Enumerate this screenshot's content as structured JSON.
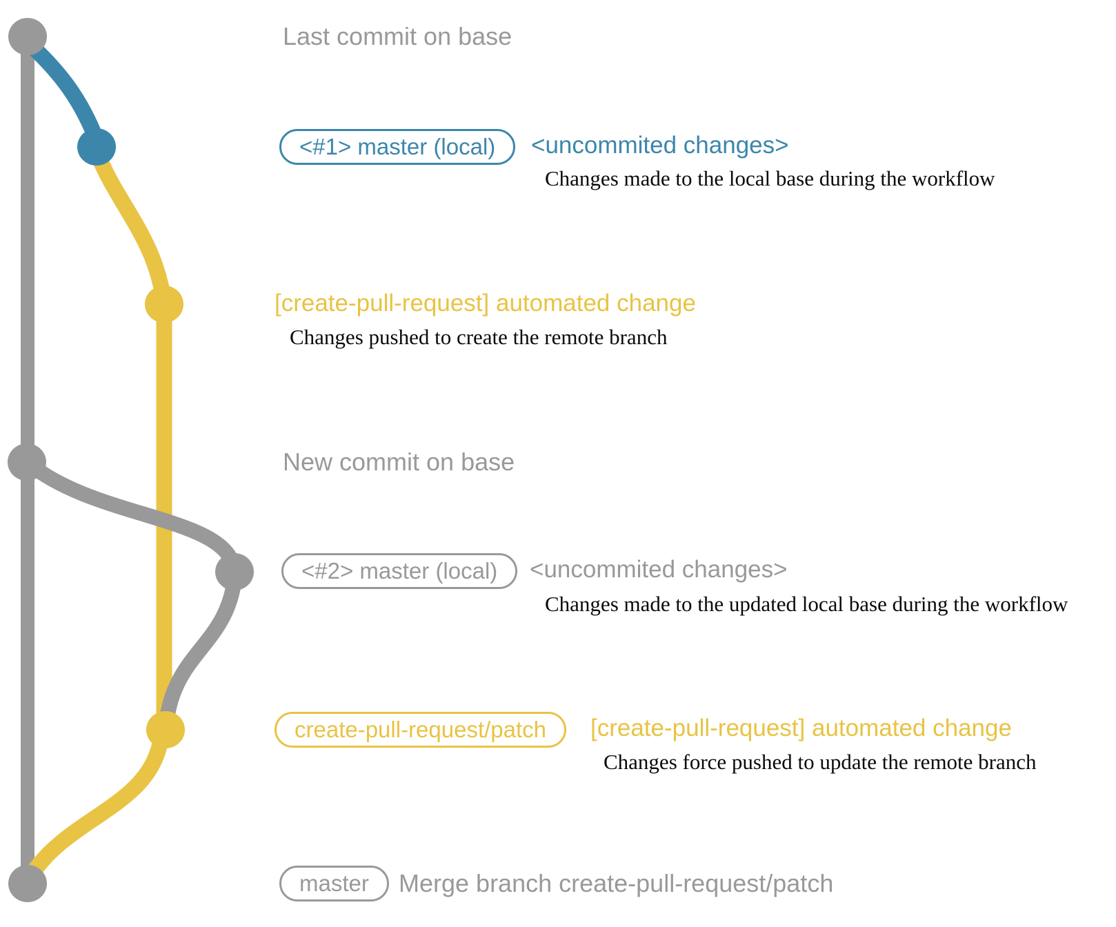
{
  "colors": {
    "gray": "#999999",
    "blue": "#3c86ab",
    "yellow": "#e8c344",
    "detail_text": "#0a0a0a"
  },
  "diagram": {
    "rows": [
      {
        "id": "last-commit-on-base",
        "annotation": "Last commit on base"
      },
      {
        "id": "master-local-1",
        "box_label": "<#1> master (local)",
        "annotation": "<uncommited changes>",
        "detail": "Changes made to the local base during the workflow"
      },
      {
        "id": "create-pull-request-commit",
        "annotation": "[create-pull-request] automated change",
        "detail": "Changes pushed to create the remote branch"
      },
      {
        "id": "new-commit-on-base",
        "annotation": "New commit on base"
      },
      {
        "id": "master-local-2",
        "box_label": "<#2> master (local)",
        "annotation": "<uncommited changes>",
        "detail": "Changes made to the updated local base during the workflow"
      },
      {
        "id": "create-pull-request-patch",
        "box_label": "create-pull-request/patch",
        "annotation": "[create-pull-request] automated change",
        "detail": "Changes force pushed to update the remote branch"
      },
      {
        "id": "merge-commit",
        "box_label": "master",
        "annotation": "Merge branch create-pull-request/patch"
      }
    ]
  }
}
